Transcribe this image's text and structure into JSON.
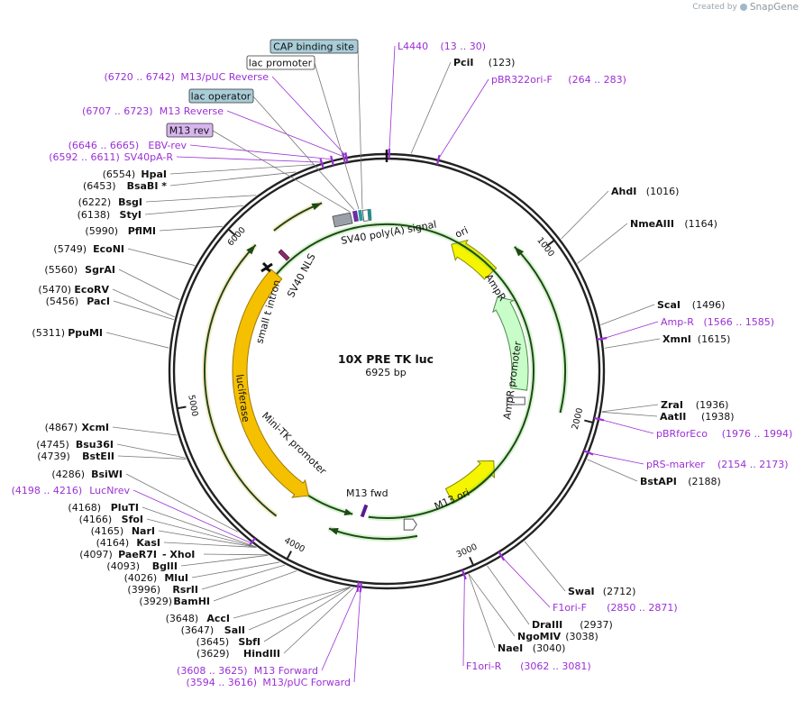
{
  "branding": {
    "created_by": "Created by",
    "product": "SnapGene"
  },
  "plasmid": {
    "name": "10X PRE TK luc",
    "size_text": "6925 bp",
    "length": 6925
  },
  "ticks": [
    1000,
    2000,
    3000,
    4000,
    5000,
    6000
  ],
  "boxed_labels": [
    {
      "text": "CAP binding site",
      "fill": "#a9cdd8"
    },
    {
      "text": "lac promoter",
      "fill": "#ffffff"
    },
    {
      "text": "lac operator",
      "fill": "#a9cdd8"
    },
    {
      "text": "M13 rev",
      "fill": "#d7b5ef"
    }
  ],
  "left_sites": [
    {
      "pos": "(6720 .. 6742)",
      "name": "M13/pUC Reverse",
      "purple": true
    },
    {
      "pos": "(6707 .. 6723)",
      "name": "M13 Reverse",
      "purple": true
    },
    {
      "pos": "(6646 .. 6665)",
      "name": "EBV-rev",
      "purple": true
    },
    {
      "pos": "(6592 .. 6611)",
      "name": "SV40pA-R",
      "purple": true
    },
    {
      "pos": "(6554)",
      "name": "HpaI",
      "purple": false
    },
    {
      "pos": "(6453)",
      "name": "BsaBI *",
      "purple": false
    },
    {
      "pos": "(6222)",
      "name": "BsgI",
      "purple": false
    },
    {
      "pos": "(6138)",
      "name": "StyI",
      "purple": false
    },
    {
      "pos": "(5990)",
      "name": "PflMI",
      "purple": false
    },
    {
      "pos": "(5749)",
      "name": "EcoNI",
      "purple": false
    },
    {
      "pos": "(5560)",
      "name": "SgrAI",
      "purple": false
    },
    {
      "pos": "(5470)",
      "name": "EcoRV",
      "purple": false
    },
    {
      "pos": "(5456)",
      "name": "PacI",
      "purple": false
    },
    {
      "pos": "(5311)",
      "name": "PpuMI",
      "purple": false
    },
    {
      "pos": "(4867)",
      "name": "XcmI",
      "purple": false
    },
    {
      "pos": "(4745)",
      "name": "Bsu36I",
      "purple": false
    },
    {
      "pos": "(4739)",
      "name": "BstEII",
      "purple": false
    },
    {
      "pos": "(4286)",
      "name": "BsiWI",
      "purple": false
    },
    {
      "pos": "(4198 .. 4216)",
      "name": "LucNrev",
      "purple": true
    },
    {
      "pos": "(4168)",
      "name": "PluTI",
      "purple": false
    },
    {
      "pos": "(4166)",
      "name": "SfoI",
      "purple": false
    },
    {
      "pos": "(4165)",
      "name": "NarI",
      "purple": false
    },
    {
      "pos": "(4164)",
      "name": "KasI",
      "purple": false
    },
    {
      "pos": "(4097)",
      "name": "PaeR7I",
      "extra": "- XhoI",
      "purple": false
    },
    {
      "pos": "(4093)",
      "name": "BglII",
      "purple": false
    },
    {
      "pos": "(4026)",
      "name": "MluI",
      "purple": false
    },
    {
      "pos": "(3996)",
      "name": "RsrII",
      "purple": false
    },
    {
      "pos": "(3929)",
      "name": "BamHI",
      "purple": false
    },
    {
      "pos": "(3648)",
      "name": "AccI",
      "purple": false
    },
    {
      "pos": "(3647)",
      "name": "SalI",
      "purple": false
    },
    {
      "pos": "(3645)",
      "name": "SbfI",
      "purple": false
    },
    {
      "pos": "(3629)",
      "name": "HindIII",
      "purple": false
    },
    {
      "pos": "(3608 .. 3625)",
      "name": "M13 Forward",
      "purple": true
    },
    {
      "pos": "(3594 .. 3616)",
      "name": "M13/pUC Forward",
      "purple": true
    }
  ],
  "right_sites": [
    {
      "name": "L4440",
      "pos": "(13 .. 30)",
      "purple": true
    },
    {
      "name": "PciI",
      "pos": "(123)",
      "purple": false
    },
    {
      "name": "pBR322ori-F",
      "pos": "(264 .. 283)",
      "purple": true
    },
    {
      "name": "AhdI",
      "pos": "(1016)",
      "purple": false
    },
    {
      "name": "NmeAIII",
      "pos": "(1164)",
      "purple": false
    },
    {
      "name": "ScaI",
      "pos": "(1496)",
      "purple": false
    },
    {
      "name": "Amp-R",
      "pos": "(1566 .. 1585)",
      "purple": true
    },
    {
      "name": "XmnI",
      "pos": "(1615)",
      "purple": false
    },
    {
      "name": "ZraI",
      "pos": "(1936)",
      "purple": false
    },
    {
      "name": "AatII",
      "pos": "(1938)",
      "purple": false
    },
    {
      "name": "pBRforEco",
      "pos": "(1976 .. 1994)",
      "purple": true
    },
    {
      "name": "pRS-marker",
      "pos": "(2154 .. 2173)",
      "purple": true
    },
    {
      "name": "BstAPI",
      "pos": "(2188)",
      "purple": false
    },
    {
      "name": "SwaI",
      "pos": "(2712)",
      "purple": false
    },
    {
      "name": "F1ori-F",
      "pos": "(2850 .. 2871)",
      "purple": true
    },
    {
      "name": "DraIII",
      "pos": "(2937)",
      "purple": false
    },
    {
      "name": "NgoMIV",
      "pos": "(3038)",
      "purple": false
    },
    {
      "name": "NaeI",
      "pos": "(3040)",
      "purple": false
    },
    {
      "name": "F1ori-R",
      "pos": "(3062 .. 3081)",
      "purple": true
    }
  ],
  "features": {
    "ori": "ori",
    "ampr": "AmpR",
    "ampr_promoter": "AmpR promoter",
    "m13_ori": "M13 ori",
    "m13_fwd": "M13 fwd",
    "mini_tk": "Mini-TK promoter",
    "luciferase": "luciferase",
    "small_t_intron": "small t intron",
    "sv40_nls": "SV40 NLS",
    "sv40_polya": "SV40 poly(A) signal"
  },
  "colors": {
    "purple": "#9b2fd6",
    "ori": "#f5f500",
    "ampr": "#c8fcc8",
    "luciferase": "#f5c000",
    "primer": "#2a9a22"
  }
}
